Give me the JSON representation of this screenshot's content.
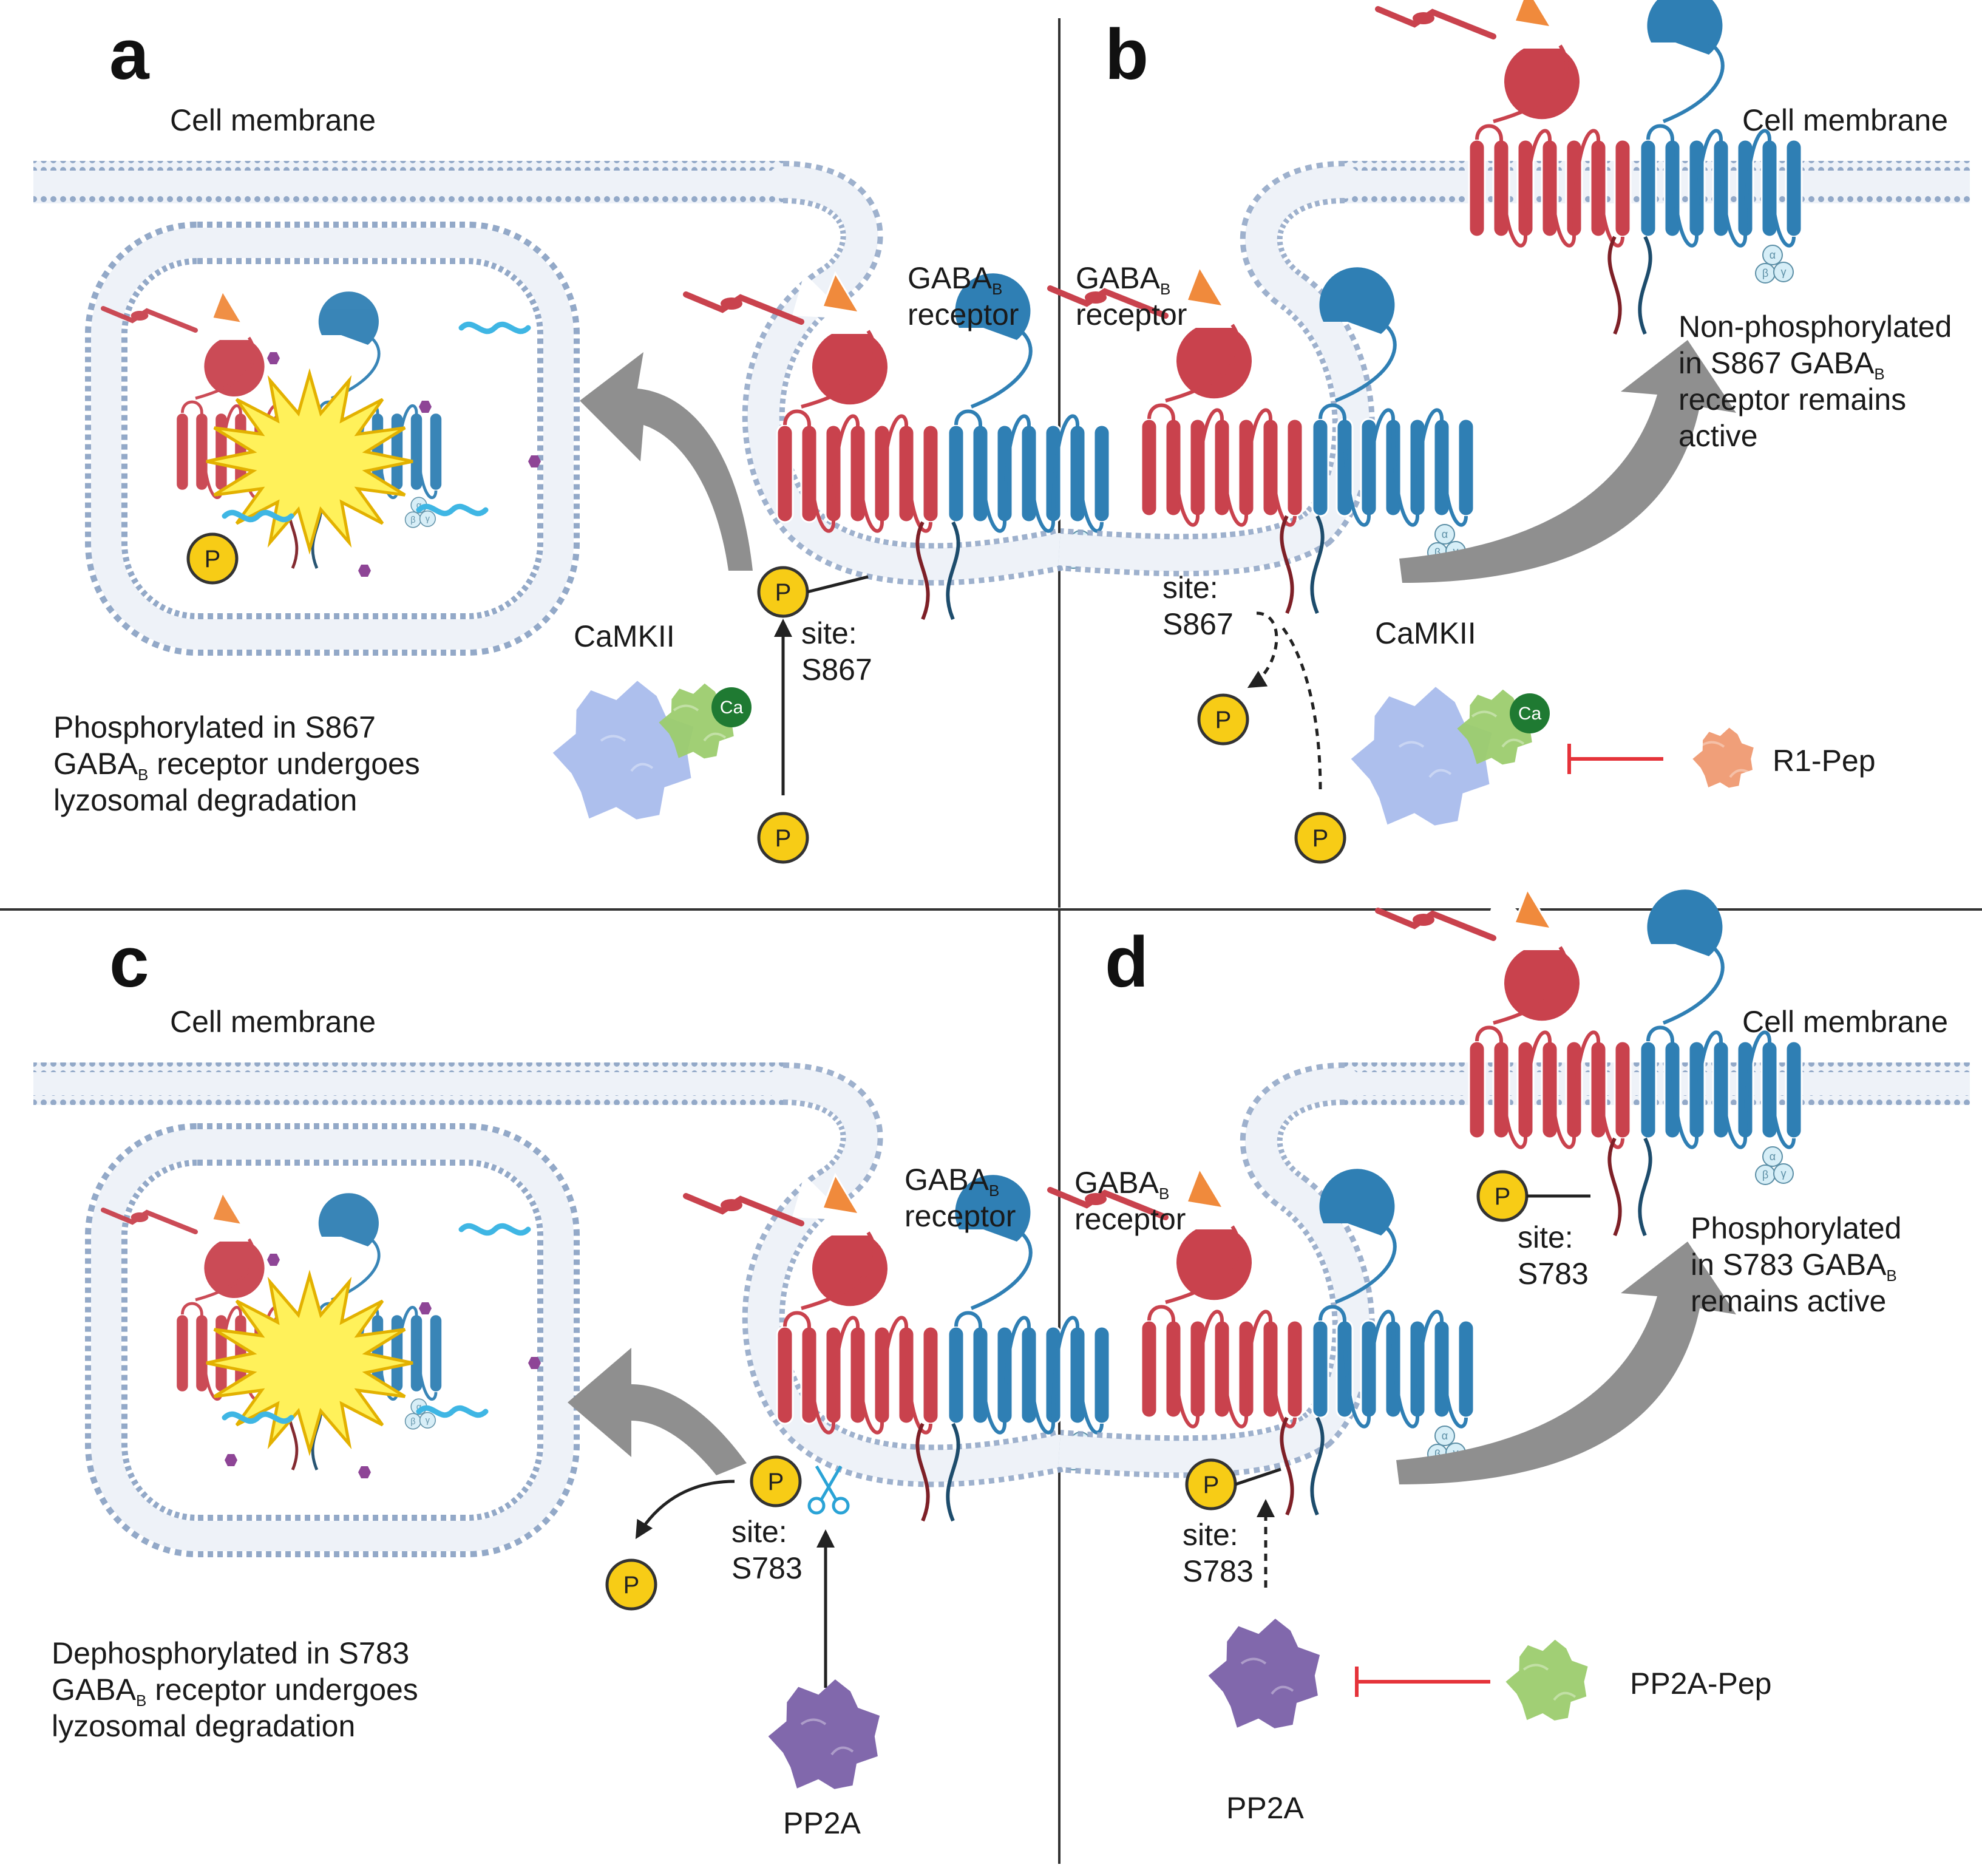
{
  "colors": {
    "membrane": "#93a9c8",
    "membrane_fill": "#eef2f8",
    "red_subunit": "#c9424d",
    "blue_subunit": "#2f7fb4",
    "phosphate": "#f7cc16",
    "camkii": "#a9bcec",
    "calcium": "#1f7a32",
    "camkii_partner": "#9ccc6e",
    "pp2a": "#7a60a8",
    "pp2a_pep": "#9ccc6e",
    "r1_pep": "#ef9a72",
    "inhibition": "#e5333a",
    "big_arrow": "#8f8f8f",
    "flash": "#fff15a"
  },
  "panels": {
    "a": {
      "letter": "a",
      "membrane": "Cell membrane",
      "receptor": {
        "name": "GABA",
        "sub": "B",
        "line2": "receptor"
      },
      "site": {
        "line1": "site:",
        "line2": "S867"
      },
      "kinase": "CaMKII",
      "ion": "Ca",
      "phosphate": "P",
      "caption": [
        {
          "text": "Phosphorylated in S867"
        },
        {
          "pre": "GABA",
          "sub": "B",
          "post": " receptor undergoes"
        },
        {
          "text": "lyzosomal degradation"
        }
      ]
    },
    "b": {
      "letter": "b",
      "membrane": "Cell membrane",
      "receptor": {
        "name": "GABA",
        "sub": "B",
        "line2": "receptor"
      },
      "site": {
        "line1": "site:",
        "line2": "S867"
      },
      "kinase": "CaMKII",
      "ion": "Ca",
      "phosphate": "P",
      "inhibitor": "R1-Pep",
      "caption": [
        {
          "text": "Non-phosphorylated"
        },
        {
          "pre": "in S867 GABA",
          "sub": "B",
          "post": ""
        },
        {
          "text": "receptor remains"
        },
        {
          "text": "active"
        }
      ]
    },
    "c": {
      "letter": "c",
      "membrane": "Cell membrane",
      "receptor": {
        "name": "GABA",
        "sub": "B",
        "line2": "receptor"
      },
      "site": {
        "line1": "site:",
        "line2": "S783"
      },
      "phosphatase": "PP2A",
      "phosphate": "P",
      "caption": [
        {
          "text": "Dephosphorylated in S783"
        },
        {
          "pre": "GABA",
          "sub": "B",
          "post": " receptor undergoes"
        },
        {
          "text": "lyzosomal degradation"
        }
      ]
    },
    "d": {
      "letter": "d",
      "membrane": "Cell membrane",
      "receptor": {
        "name": "GABA",
        "sub": "B",
        "line2": "receptor"
      },
      "site": {
        "line1": "site:",
        "line2": "S783"
      },
      "phosphatase": "PP2A",
      "phosphate": "P",
      "inhibitor": "PP2A-Pep",
      "caption": [
        {
          "text": "Phosphorylated"
        },
        {
          "pre": "in S783 GABA",
          "sub": "B",
          "post": ""
        },
        {
          "text": "remains active"
        }
      ]
    }
  },
  "g_protein": {
    "alpha": "α",
    "beta": "β",
    "gamma": "γ"
  }
}
